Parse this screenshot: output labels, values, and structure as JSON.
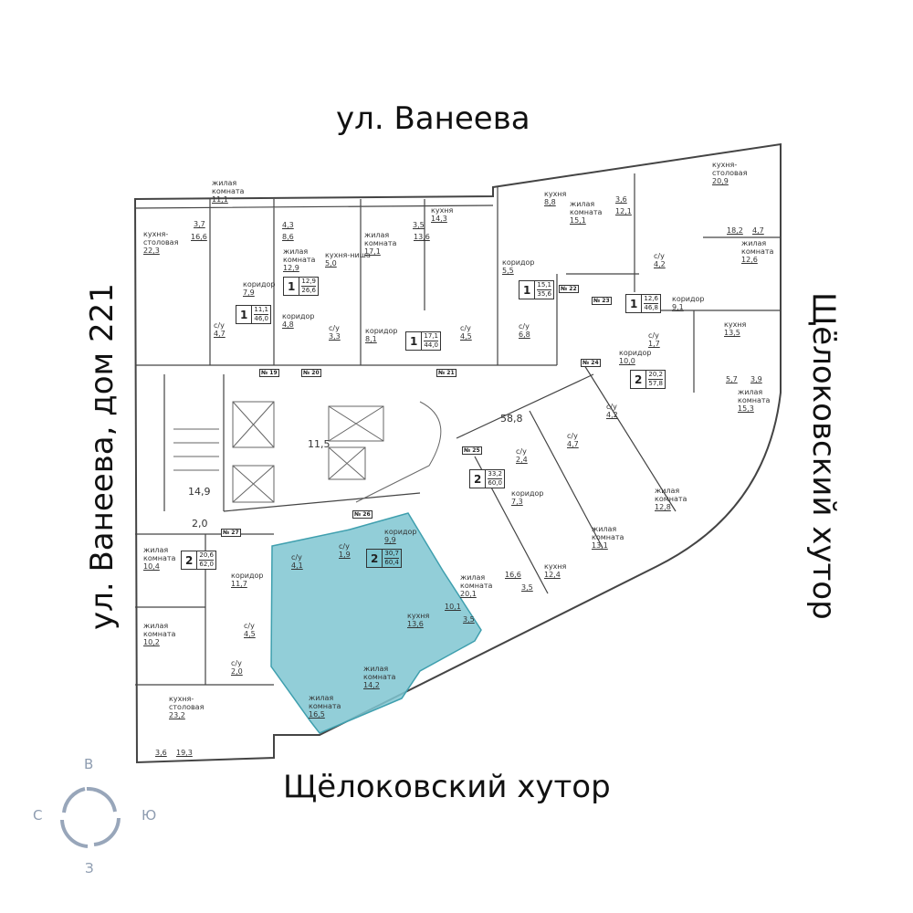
{
  "streets": {
    "north": "ул. Ванеева",
    "west": "ул. Ванеева, дом 221",
    "east": "Щёлоковский хутор",
    "south": "Щёлоковский хутор"
  },
  "compass": {
    "top": "В",
    "right": "Ю",
    "bottom": "З",
    "left": "С"
  },
  "highlight_color": "#7fc6d1",
  "apartment_numbers": [
    "№ 19",
    "№ 20",
    "№ 21",
    "№ 22",
    "№ 23",
    "№ 24",
    "№ 25",
    "№ 26",
    "№ 27"
  ],
  "common": {
    "stair": "14,9",
    "lobby": "11,5",
    "vestibule": "2,0",
    "hall": "58,8"
  },
  "apartments": [
    {
      "rooms": "1",
      "living": "11,1",
      "total": "46,0",
      "labels": [
        {
          "t": "кухня-\nстоловая",
          "a": "22,3"
        },
        {
          "t": "жилая\nкомната",
          "a": "11,1"
        },
        {
          "t": "",
          "a": "3,7"
        },
        {
          "t": "",
          "a": "16,6"
        },
        {
          "t": "коридор",
          "a": "7,9"
        },
        {
          "t": "с/у",
          "a": "4,7"
        }
      ]
    },
    {
      "rooms": "1",
      "living": "12,9",
      "total": "26,6",
      "labels": [
        {
          "t": "",
          "a": "4,3"
        },
        {
          "t": "",
          "a": "8,6"
        },
        {
          "t": "жилая\nкомната",
          "a": "12,9"
        },
        {
          "t": "кухня-ниша",
          "a": "5,0"
        },
        {
          "t": "коридор",
          "a": "4,8"
        },
        {
          "t": "с/у",
          "a": "3,3"
        }
      ]
    },
    {
      "rooms": "1",
      "living": "17,1",
      "total": "44,0",
      "labels": [
        {
          "t": "",
          "a": "3,5"
        },
        {
          "t": "",
          "a": "13,6"
        },
        {
          "t": "кухня",
          "a": "14,3"
        },
        {
          "t": "жилая\nкомната",
          "a": "17,1"
        },
        {
          "t": "коридор",
          "a": "8,1"
        },
        {
          "t": "с/у",
          "a": "4,5"
        }
      ]
    },
    {
      "rooms": "1",
      "living": "15,1",
      "total": "35,6",
      "labels": [
        {
          "t": "кухня",
          "a": "8,8"
        },
        {
          "t": "",
          "a": "3,6"
        },
        {
          "t": "",
          "a": "12,1"
        },
        {
          "t": "жилая\nкомната",
          "a": "15,1"
        },
        {
          "t": "коридор",
          "a": "5,5"
        },
        {
          "t": "с/у",
          "a": "6,8"
        }
      ]
    },
    {
      "rooms": "1",
      "living": "12,6",
      "total": "46,8",
      "labels": [
        {
          "t": "кухня-\nстоловая",
          "a": "20,9"
        },
        {
          "t": "",
          "a": "18,2"
        },
        {
          "t": "",
          "a": "4,7"
        },
        {
          "t": "жилая\nкомната",
          "a": "12,6"
        },
        {
          "t": "с/у",
          "a": "4,2"
        },
        {
          "t": "коридор",
          "a": "9,1"
        }
      ]
    },
    {
      "rooms": "2",
      "living": "20,2",
      "total": "57,8",
      "labels": [
        {
          "t": "кухня",
          "a": "13,5"
        },
        {
          "t": "с/у",
          "a": "1,7"
        },
        {
          "t": "коридор",
          "a": "10,0"
        },
        {
          "t": "",
          "a": "5,7"
        },
        {
          "t": "",
          "a": "3,9"
        },
        {
          "t": "жилая\nкомната",
          "a": "15,3"
        }
      ]
    },
    {
      "rooms": "2",
      "living": "33,2",
      "total": "60,0",
      "labels": [
        {
          "t": "с/у",
          "a": "4,2"
        },
        {
          "t": "с/у",
          "a": "4,7"
        },
        {
          "t": "с/у",
          "a": "2,4"
        },
        {
          "t": "коридор",
          "a": "7,3"
        },
        {
          "t": "жилая\nкомната",
          "a": "12,8"
        },
        {
          "t": "жилая\nкомната",
          "a": "13,1"
        },
        {
          "t": "кухня",
          "a": "12,4"
        },
        {
          "t": "",
          "a": "16,6"
        },
        {
          "t": "",
          "a": "3,5"
        },
        {
          "t": "жилая\nкомната",
          "a": "20,1"
        }
      ]
    },
    {
      "rooms": "2",
      "living": "30,7",
      "total": "60,4",
      "labels": [
        {
          "t": "коридор",
          "a": "9,9"
        },
        {
          "t": "с/у",
          "a": "1,9"
        },
        {
          "t": "с/у",
          "a": "4,1"
        },
        {
          "t": "",
          "a": "10,1"
        },
        {
          "t": "",
          "a": "3,5"
        },
        {
          "t": "кухня",
          "a": "13,6"
        },
        {
          "t": "жилая\nкомната",
          "a": "14,2"
        },
        {
          "t": "жилая\nкомната",
          "a": "16,5"
        }
      ]
    },
    {
      "rooms": "2",
      "living": "20,6",
      "total": "62,0",
      "labels": [
        {
          "t": "жилая\nкомната",
          "a": "10,4"
        },
        {
          "t": "коридор",
          "a": "11,7"
        },
        {
          "t": "жилая\nкомната",
          "a": "10,2"
        },
        {
          "t": "с/у",
          "a": "4,5"
        },
        {
          "t": "с/у",
          "a": "2,0"
        },
        {
          "t": "кухня-\nстоловая",
          "a": "23,2"
        },
        {
          "t": "",
          "a": "3,6"
        },
        {
          "t": "",
          "a": "19,3"
        }
      ]
    }
  ]
}
